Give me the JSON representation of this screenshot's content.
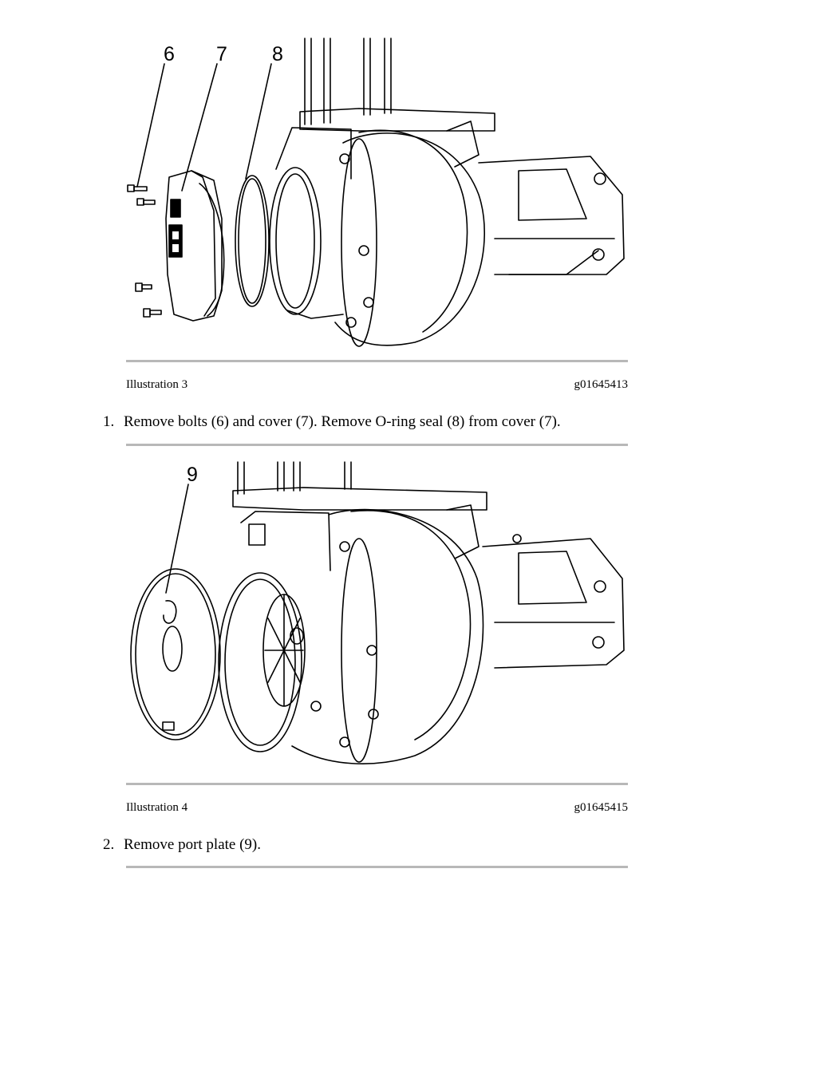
{
  "figures": [
    {
      "label": "Illustration 3",
      "code": "g01645413",
      "callouts": [
        "6",
        "7",
        "8"
      ],
      "description_icon": "turbocharger-cover-exploded-drawing"
    },
    {
      "label": "Illustration 4",
      "code": "g01645415",
      "callouts": [
        "9"
      ],
      "description_icon": "turbocharger-port-plate-drawing"
    }
  ],
  "steps": [
    {
      "number": "1.",
      "text": "Remove bolts (6) and cover (7). Remove O-ring seal (8) from cover (7)."
    },
    {
      "number": "2.",
      "text": "Remove port plate (9)."
    }
  ]
}
